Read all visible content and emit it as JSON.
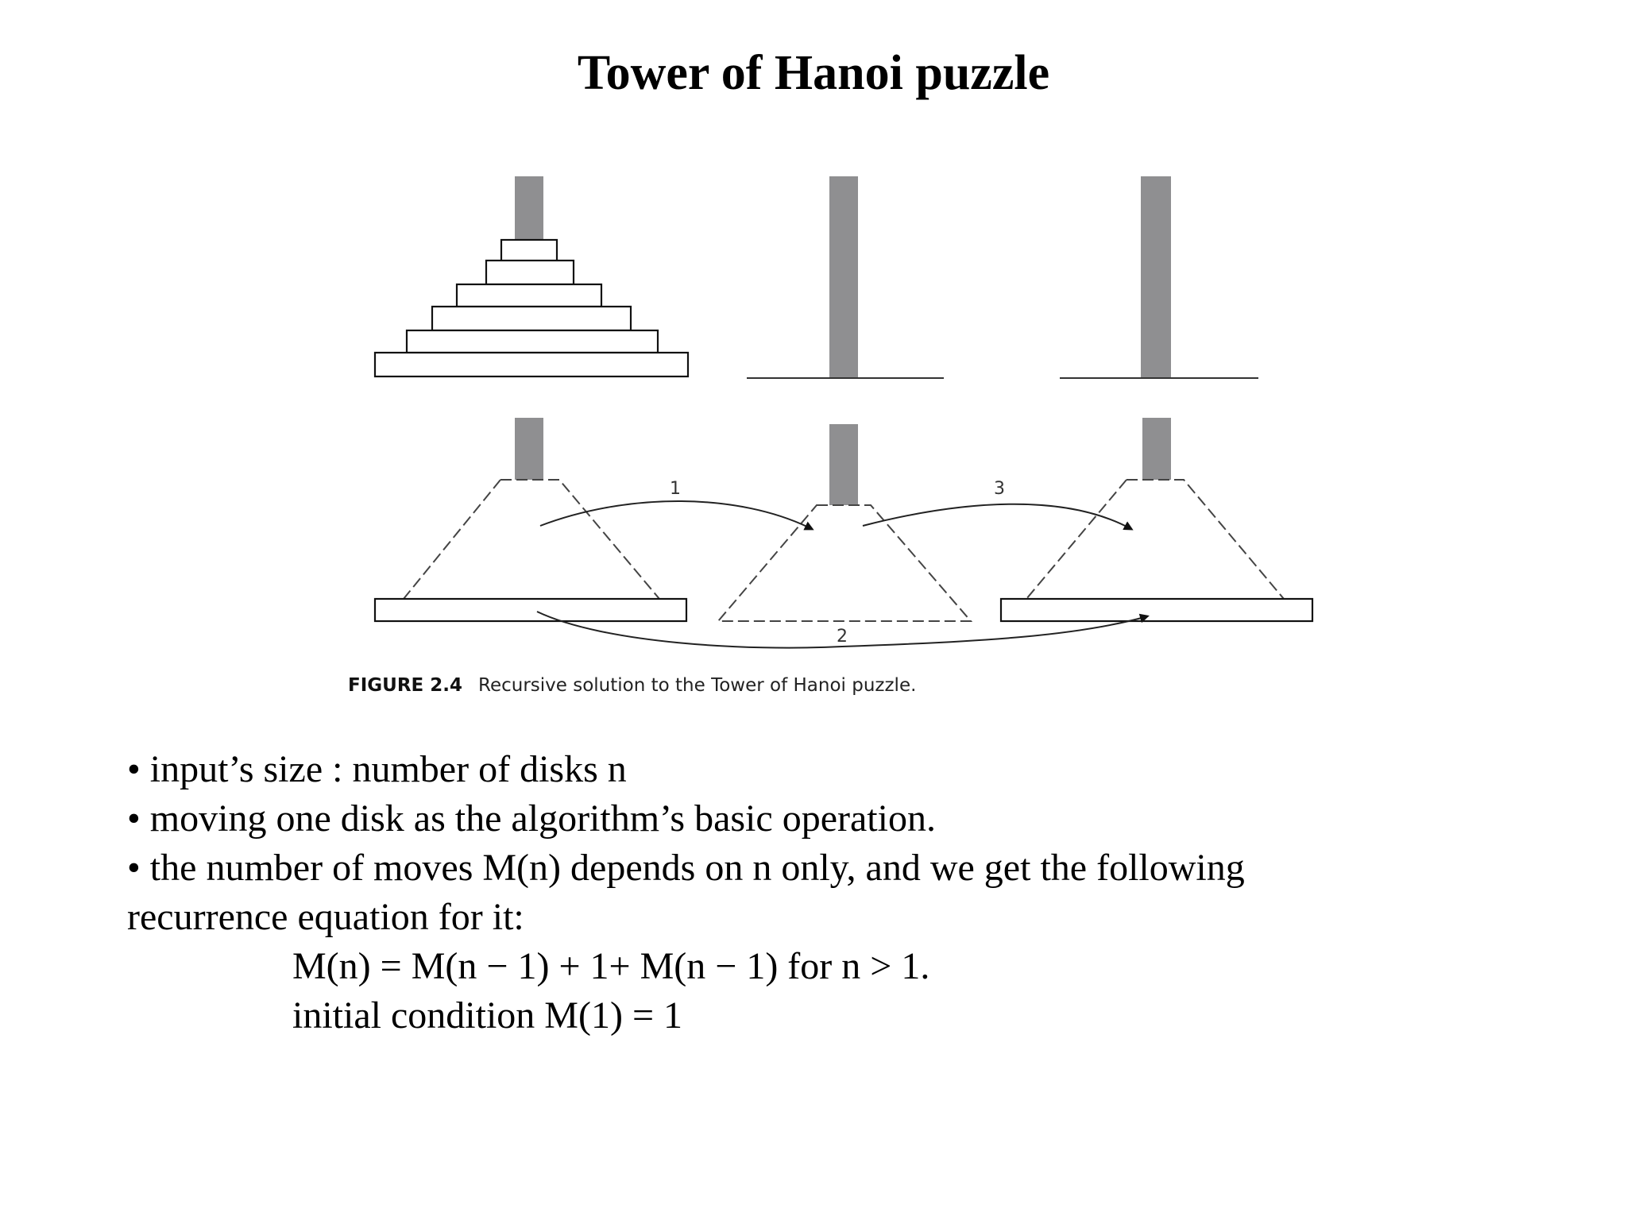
{
  "title": "Tower of Hanoi puzzle",
  "figure": {
    "caption_label": "FIGURE 2.4",
    "caption_text": "Recursive solution to the Tower of Hanoi puzzle.",
    "move_labels": [
      "1",
      "2",
      "3"
    ],
    "colors": {
      "peg": "#8f8f91",
      "outline": "#111111",
      "dashed": "#444444"
    }
  },
  "bullets": [
    "• input’s size : number of disks n",
    "• moving one disk as the algorithm’s basic operation.",
    "• the number of moves M(n) depends on n only, and we get the following"
  ],
  "continuation": "recurrence equation for it:",
  "equations": [
    "M(n) = M(n − 1) + 1+ M(n − 1) for n > 1.",
    "initial condition M(1) = 1"
  ]
}
